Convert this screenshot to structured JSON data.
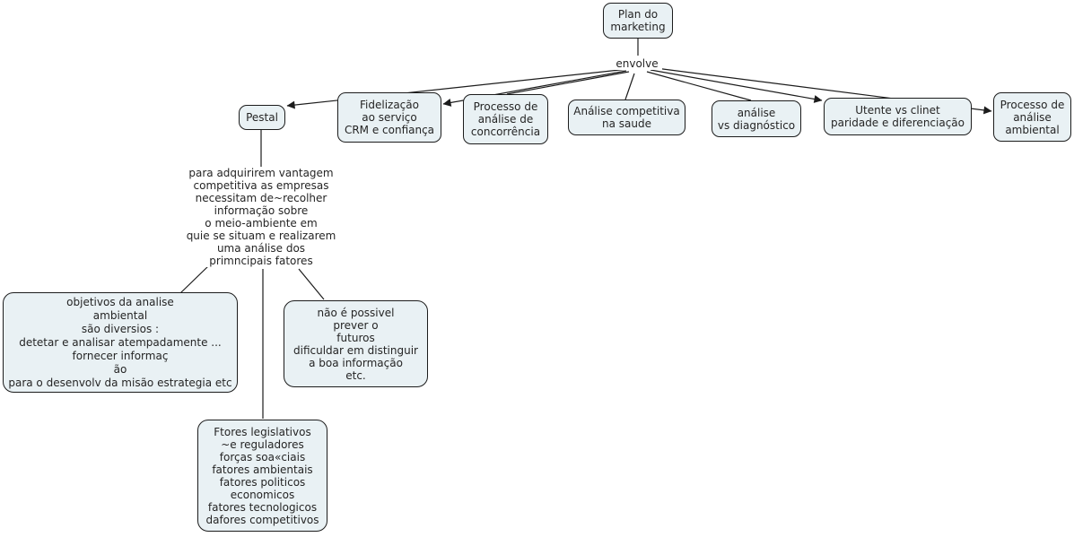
{
  "colors": {
    "background": "#ffffff",
    "node_fill": "#e9f1f4",
    "node_border": "#1c1c1c",
    "line": "#1c1c1c",
    "text": "#252525"
  },
  "nodes": {
    "plan": {
      "label": "Plan do\nmarketing"
    },
    "pestal": {
      "label": "Pestal"
    },
    "fidelizacao": {
      "label": "Fidelização\nao serviço\nCRM e confiança"
    },
    "processo_concorrencia": {
      "label": "Processo de\nanálise de\nconcorrência"
    },
    "analise_competitiva": {
      "label": "Análise competitiva\nna saude"
    },
    "analise_diagnostico": {
      "label": "análise\nvs diagnóstico"
    },
    "utente": {
      "label": "Utente vs clinet\nparidade e diferenciação"
    },
    "processo_ambiental": {
      "label": "Processo de\nanálise\nambiental"
    },
    "objetivos": {
      "label": "objetivos da analise\nambiental\nsão diversios :\ndetetar e analisar atempadamente ...\nfornecer informaç\não\npara o desenvolv da misão estrategia etc"
    },
    "nao_possivel": {
      "label": "não é possivel\nprever o\nfuturos\ndificuldar em distinguir\na boa informação\netc."
    },
    "ftores": {
      "label": "Ftores legislativos\n~e reguladores\nforças soa«ciais\nfatores ambientais\nfatores politicos\neconomicos\nfatores tecnologicos\ndafores competitivos"
    }
  },
  "linking_phrases": {
    "envolve": {
      "label": "envolve"
    },
    "recolher": {
      "label": "para adquirirem vantagem\ncompetitiva as empresas\nnecessitam de~recolher\ninformação sobre\no meio-ambiente em\nquie se situam e realizarem\numa análise dos\nprimncipais fatores"
    }
  }
}
